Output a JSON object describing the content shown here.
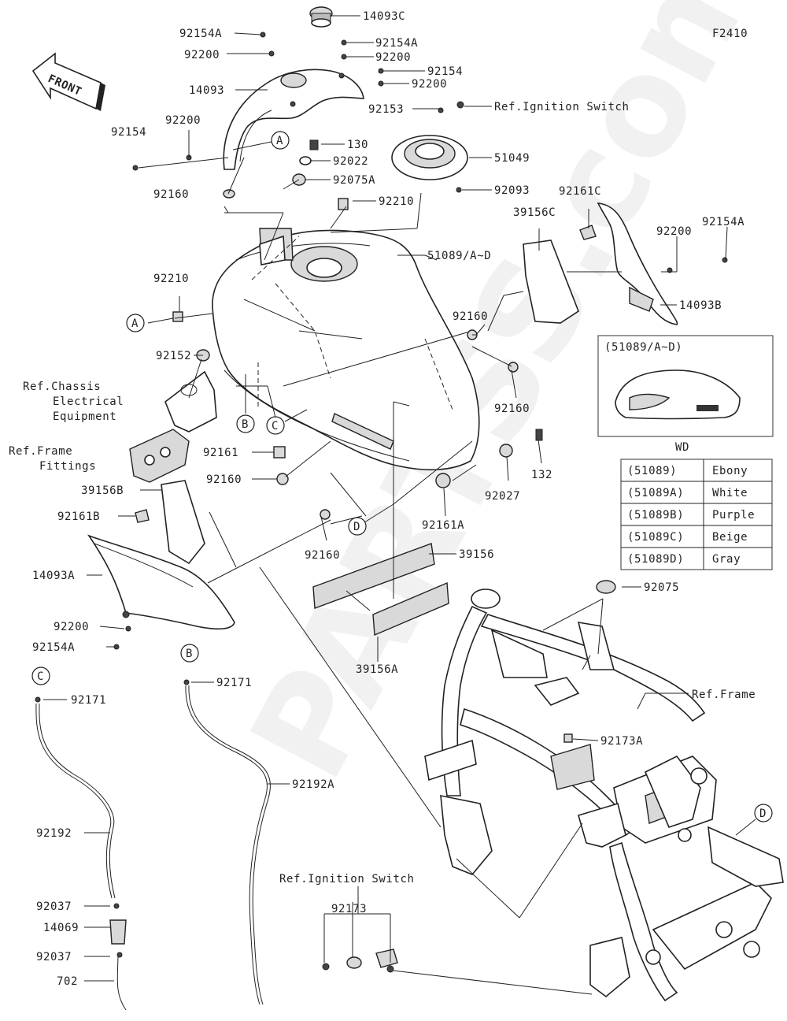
{
  "diagram": {
    "figure_code": "F2410",
    "watermark": "PARTSS.com",
    "front_arrow": "FRONT",
    "inset_title": "(51089/A~D)",
    "inset_caption": "WD",
    "parts": {
      "p14093C": "14093C",
      "p92154A_1": "92154A",
      "p92200_1": "92200",
      "p92154A_2": "92154A",
      "p92200_2": "92200",
      "p92154_1": "92154",
      "p92200_3": "92200",
      "p14093": "14093",
      "p92153": "92153",
      "p92154_2": "92154",
      "p92200_4": "92200",
      "p130": "130",
      "p92022": "92022",
      "p51049": "51049",
      "p92160_1": "92160",
      "p92075A": "92075A",
      "p92093": "92093",
      "p92210_1": "92210",
      "p92161C": "92161C",
      "p39156C": "39156C",
      "p92154A_3": "92154A",
      "p92200_5": "92200",
      "p51089AD": "51089/A~D",
      "p92210_2": "92210",
      "p14093B": "14093B",
      "p92160_2": "92160",
      "p92152": "92152",
      "p92160_3": "92160",
      "p92161": "92161",
      "p132": "132",
      "p92160_4": "92160",
      "p92027": "92027",
      "p39156B": "39156B",
      "p92161A": "92161A",
      "p92161B": "92161B",
      "p39156": "39156",
      "p92160_5": "92160",
      "p14093A": "14093A",
      "p92200_6": "92200",
      "p92154A_4": "92154A",
      "p39156A": "39156A",
      "p92075": "92075",
      "p92171_1": "92171",
      "p92171_2": "92171",
      "p92173A": "92173A",
      "p92192A": "92192A",
      "p92192": "92192",
      "p92037_1": "92037",
      "p14069": "14069",
      "p92037_2": "92037",
      "p702": "702",
      "p92173": "92173"
    },
    "refs": {
      "ignition_top": "Ref.Ignition Switch",
      "chassis_1": "Ref.Chassis",
      "chassis_2": "Electrical",
      "chassis_3": "Equipment",
      "frame_fit_1": "Ref.Frame",
      "frame_fit_2": "Fittings",
      "frame": "Ref.Frame",
      "ignition_bottom": "Ref.Ignition Switch"
    },
    "markers": {
      "A": "A",
      "B": "B",
      "C": "C",
      "D": "D"
    },
    "color_table": [
      {
        "code": "(51089)",
        "color": "Ebony"
      },
      {
        "code": "(51089A)",
        "color": "White"
      },
      {
        "code": "(51089B)",
        "color": "Purple"
      },
      {
        "code": "(51089C)",
        "color": "Beige"
      },
      {
        "code": "(51089D)",
        "color": "Gray"
      }
    ]
  }
}
